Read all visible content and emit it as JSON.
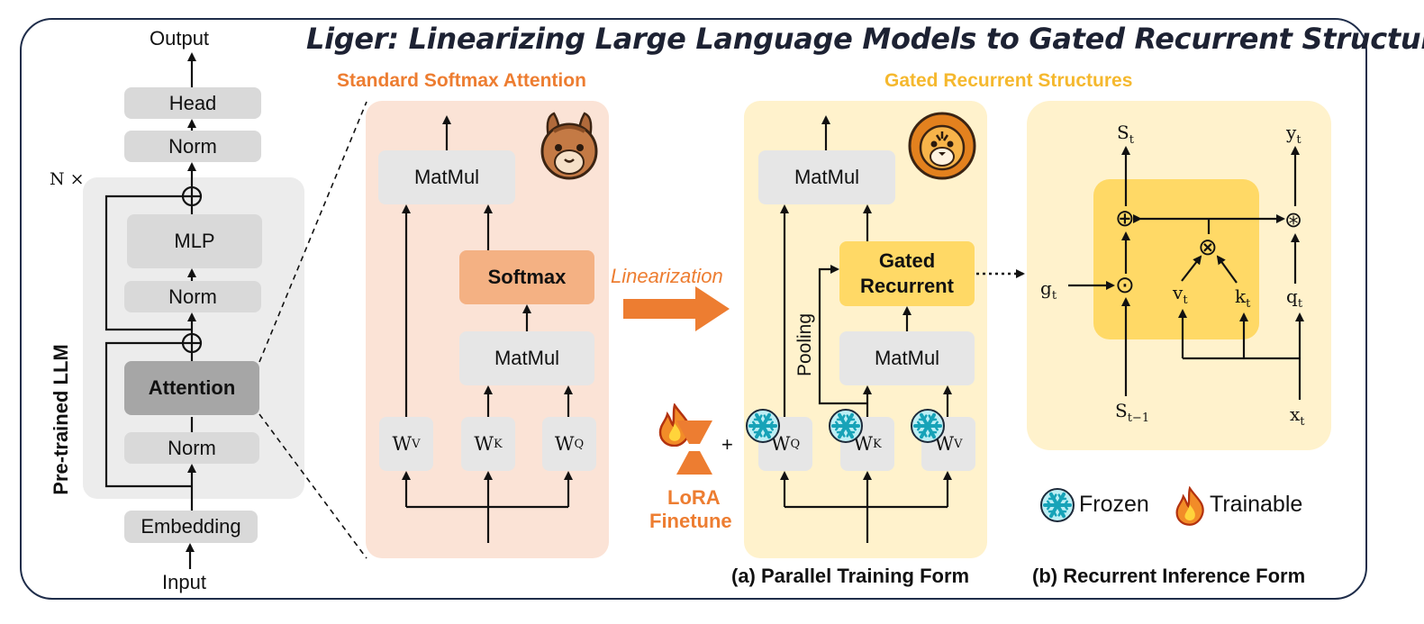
{
  "title": "Liger: Linearizing Large Language Models to Gated Recurrent Structures",
  "left": {
    "output": "Output",
    "head": "Head",
    "norm_top": "Norm",
    "n_times": "N ×",
    "mlp": "MLP",
    "norm_mid": "Norm",
    "attention": "Attention",
    "norm_bottom": "Norm",
    "embedding": "Embedding",
    "input": "Input",
    "pretrained_label": "Pre-trained LLM"
  },
  "softmax_panel": {
    "title": "Standard Softmax Attention",
    "matmul_top": "MatMul",
    "softmax": "Softmax",
    "matmul_bottom": "MatMul",
    "wv_base": "W",
    "wv_sub": "V",
    "wk_base": "W",
    "wk_sub": "K",
    "wq_base": "W",
    "wq_sub": "Q",
    "icon": "llama-icon"
  },
  "middle": {
    "linearization": "Linearization",
    "plus": "+",
    "lora_line1": "LoRA",
    "lora_line2": "Finetune"
  },
  "gated_title": "Gated Recurrent Structures",
  "parallel_panel": {
    "matmul_top": "MatMul",
    "gated_line1": "Gated",
    "gated_line2": "Recurrent",
    "matmul_bottom": "MatMul",
    "pooling": "Pooling",
    "wq_base": "W",
    "wq_sub": "Q",
    "wk_base": "W",
    "wk_sub": "K",
    "wv_base": "W",
    "wv_sub": "V",
    "icon": "liger-icon",
    "caption": "(a) Parallel Training Form"
  },
  "recurrent_panel": {
    "s_t_base": "S",
    "s_t_sub": "t",
    "y_t_base": "y",
    "y_t_sub": "t",
    "g_t_base": "g",
    "g_t_sub": "t",
    "v_t_base": "v",
    "v_t_sub": "t",
    "k_t_base": "k",
    "k_t_sub": "t",
    "q_t_base": "q",
    "q_t_sub": "t",
    "s_prev_base": "S",
    "s_prev_sub": "t−1",
    "x_t_base": "x",
    "x_t_sub": "t",
    "op_add": "⊕",
    "op_dot": "⊙",
    "op_outer": "⊗",
    "op_star": "⊛",
    "caption": "(b) Recurrent Inference Form"
  },
  "legend": {
    "frozen": "Frozen",
    "trainable": "Trainable"
  },
  "colors": {
    "frame": "#1f2d4a",
    "softmax_panel_bg": "#fbe3d6",
    "softmax_box": "#f4b183",
    "orange_text": "#ed7d31",
    "gated_panel_bg": "#fff2cc",
    "gated_box": "#ffd966",
    "gated_title": "#f5b82e",
    "recurrent_inner": "#ffd966",
    "frozen_icon": "#39c3d4",
    "fire_icon": "#f28c28"
  }
}
